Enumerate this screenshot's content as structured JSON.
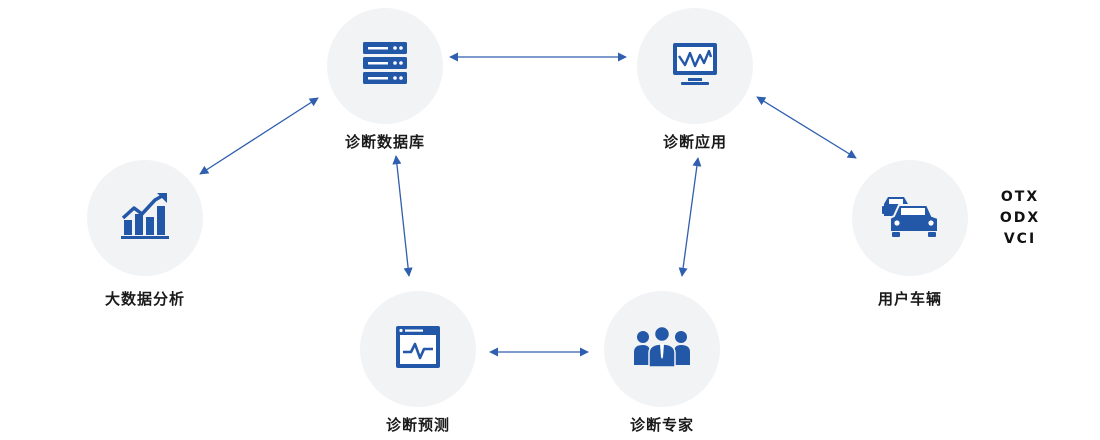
{
  "nodes": {
    "db": {
      "label": "诊断数据库",
      "icon": "server-rack-icon"
    },
    "app": {
      "label": "诊断应用",
      "icon": "monitor-waveform-icon"
    },
    "bigdata": {
      "label": "大数据分析",
      "icon": "bar-chart-trend-icon"
    },
    "vehicle": {
      "label": "用户车辆",
      "icon": "cars-icon"
    },
    "predict": {
      "label": "诊断预测",
      "icon": "browser-pulse-icon"
    },
    "expert": {
      "label": "诊断专家",
      "icon": "team-people-icon"
    }
  },
  "vehicle_protocols": [
    "OTX",
    "ODX",
    "VCI"
  ],
  "colors": {
    "accent": "#2357a8",
    "circle": "#f2f3f5",
    "line": "#2f5fae"
  }
}
